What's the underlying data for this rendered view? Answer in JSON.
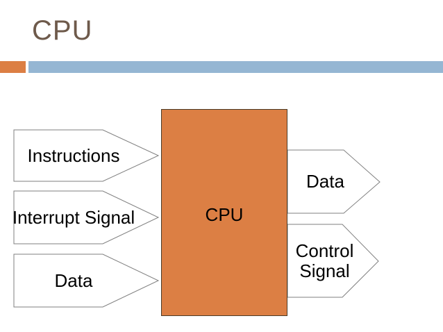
{
  "slide": {
    "title": "CPU"
  },
  "colors": {
    "accent_orange": "#DC7F44",
    "accent_blue": "#95B6D3",
    "title_color": "#6E5A4B",
    "shape_stroke": "#7F7F7F",
    "cpu_border": "#4A3A26",
    "label_color": "#000000",
    "background": "#FFFFFF"
  },
  "diagram": {
    "cpu_label": "CPU",
    "inputs": [
      {
        "label": "Instructions"
      },
      {
        "label": "Interrupt Signal"
      },
      {
        "label": "Data"
      }
    ],
    "outputs": [
      {
        "label": "Data"
      },
      {
        "label": "Control Signal",
        "lines": [
          "Control",
          "Signal"
        ]
      }
    ]
  }
}
